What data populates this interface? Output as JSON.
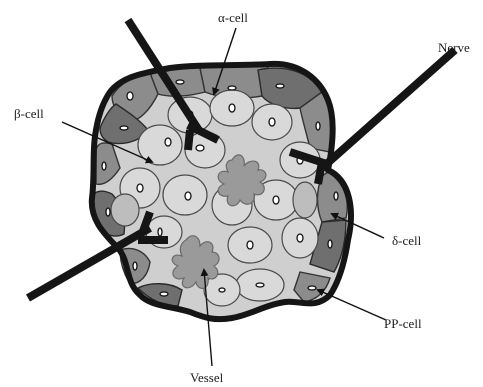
{
  "labels": {
    "alpha_cell": "α-cell",
    "beta_cell": "β-cell",
    "nerve": "Nerve",
    "delta_cell": "δ-cell",
    "pp_cell": "PP-cell",
    "vessel": "Vessel"
  },
  "colors": {
    "outline": "#151515",
    "beta_fill": "#d9d9d9",
    "alpha_fill": "#8c8c8c",
    "vessel_fill": "#9a9a9a"
  }
}
